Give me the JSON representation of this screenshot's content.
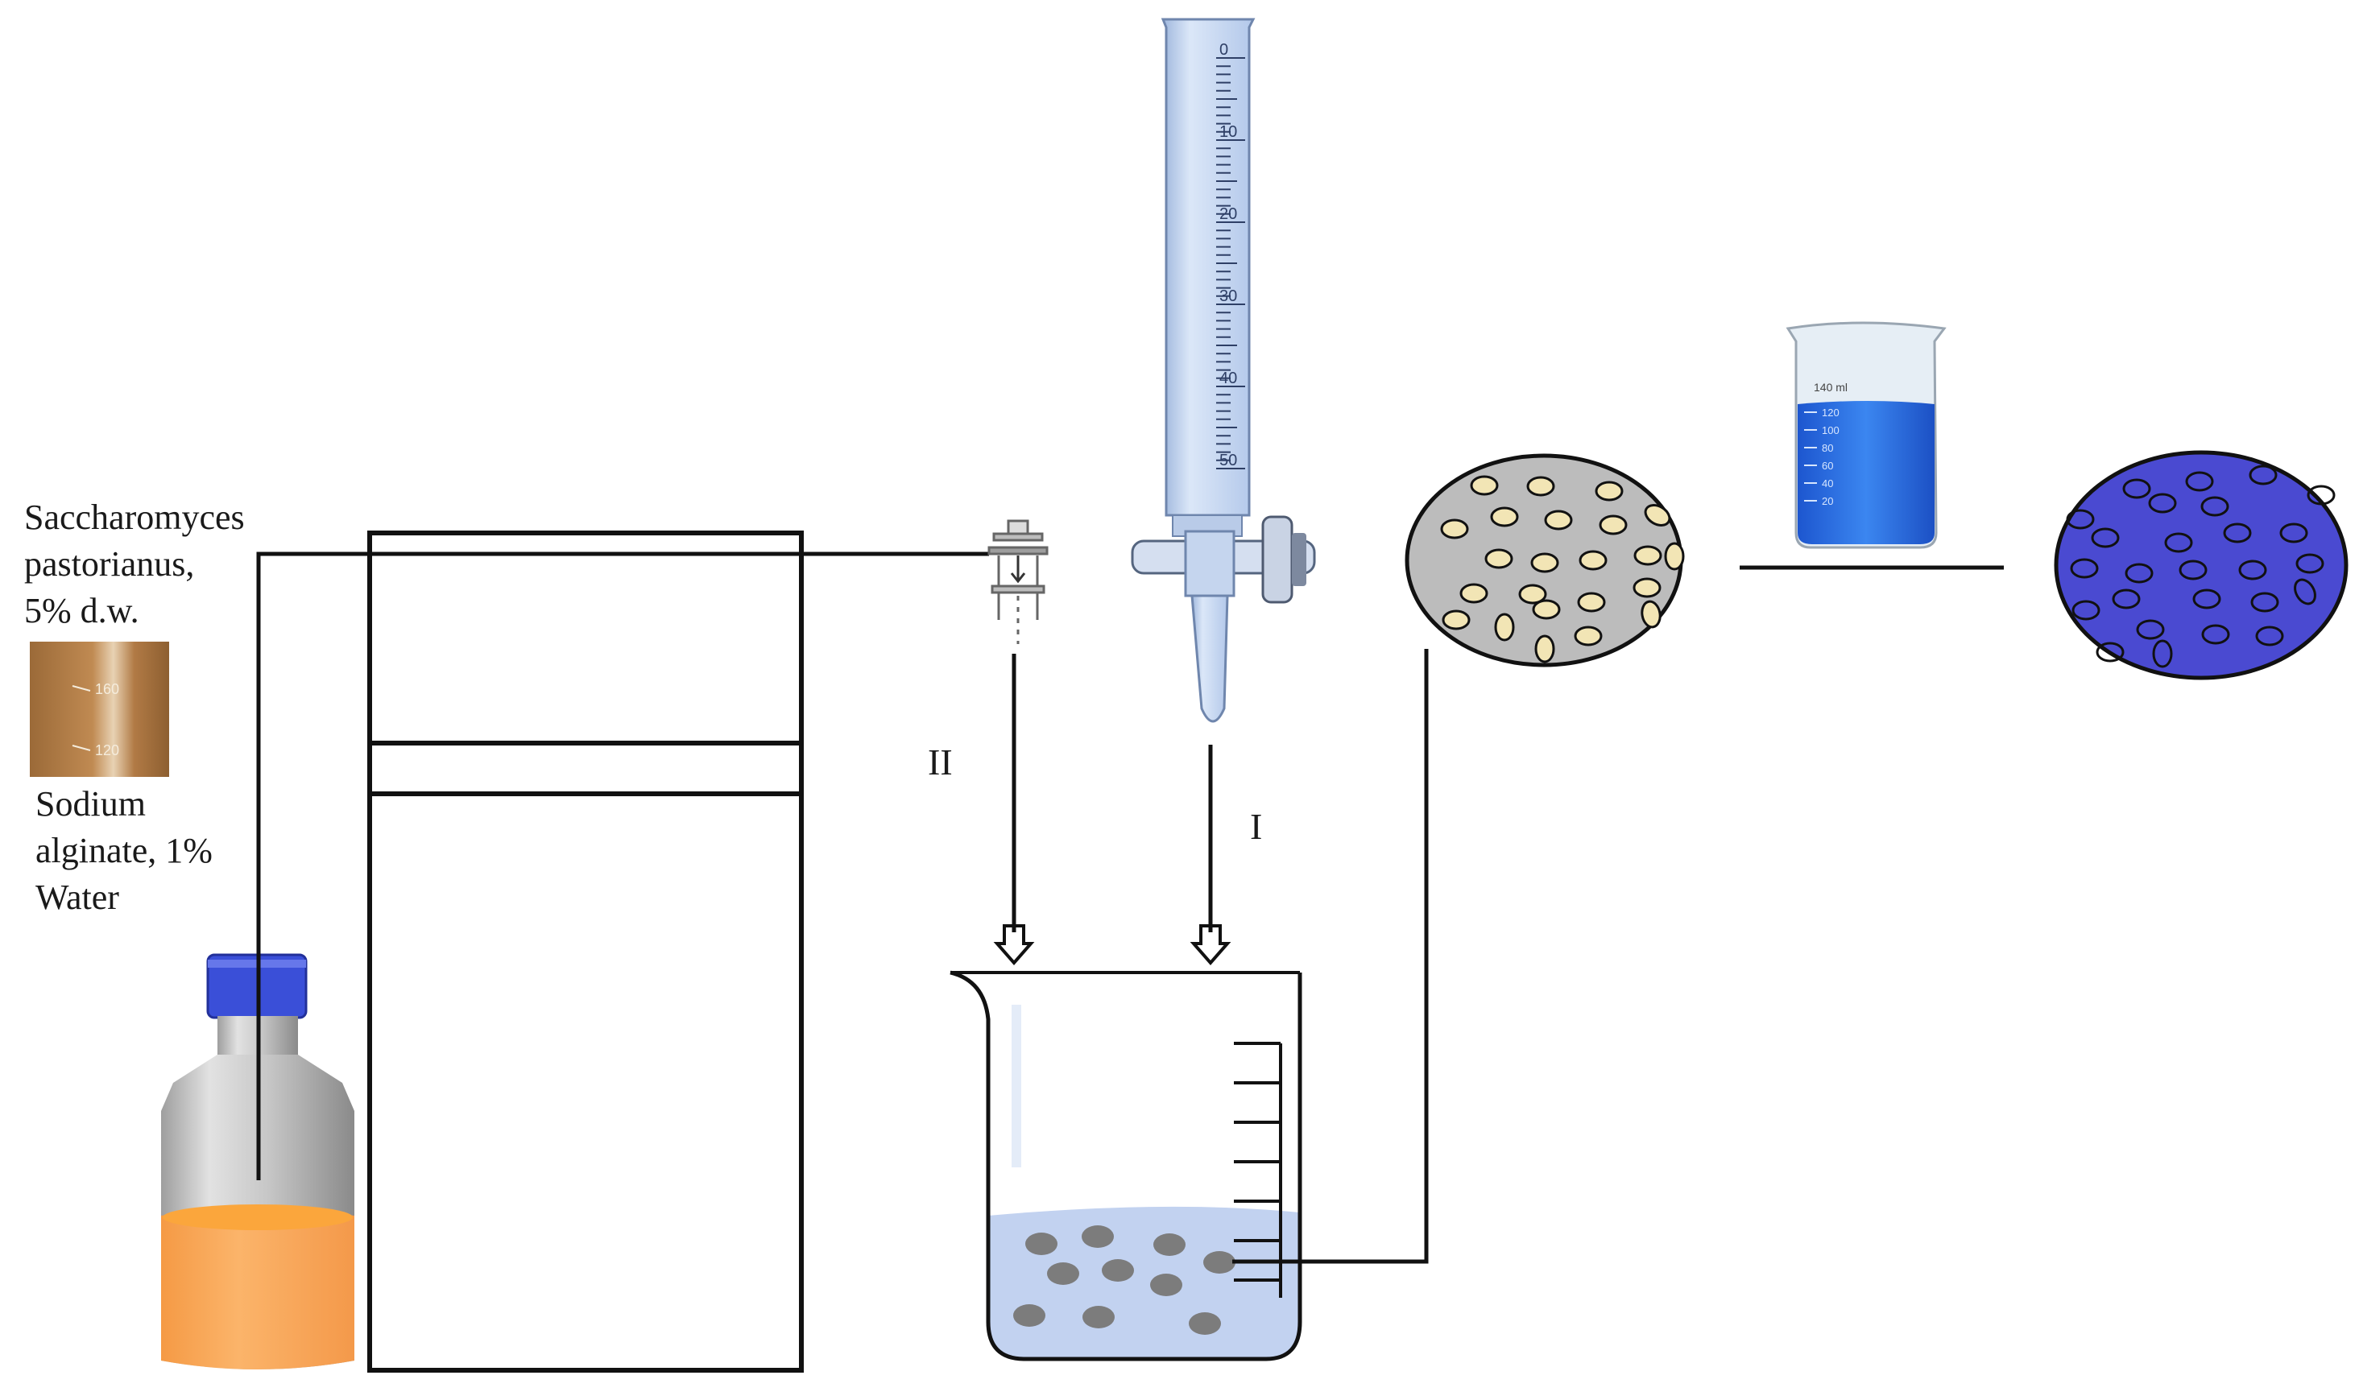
{
  "labels": {
    "yeast": [
      "Saccharomyces",
      "pastorianus,",
      "5% d.w."
    ],
    "alginate": [
      "Sodium",
      "alginate, 1%",
      "Water"
    ],
    "route_two": "II",
    "route_one": "I"
  },
  "burette": {
    "scale": [
      "0",
      "10",
      "20",
      "30",
      "40",
      "50"
    ]
  },
  "stain_beaker": {
    "volume_mark": "140 ml",
    "scale": [
      "120",
      "100",
      "80",
      "60",
      "40",
      "20"
    ]
  },
  "photo": {
    "marks": [
      "160",
      "120"
    ]
  },
  "colors": {
    "line": "#111111",
    "orange_liquid": "#f9a557",
    "bottle_cap": "#3a4fd8",
    "burette_glass": "#c9d9f1",
    "beaker_liquid": "#c2d2f0",
    "bead_grey": "#7c7c7c",
    "disc_grey": "#bcbcbc",
    "bead_yellow": "#f2e5b5",
    "stain_blue": "#4a4ad1",
    "stain_liquid": "#2b6fe6"
  }
}
